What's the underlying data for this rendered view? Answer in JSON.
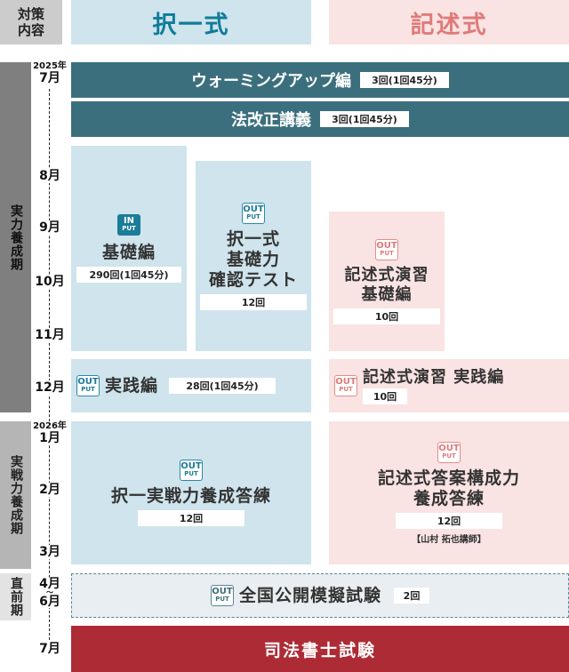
{
  "header": {
    "label": "対策\n内容",
    "label_line1": "対策",
    "label_line2": "内容",
    "col_takuitsu": "択一式",
    "col_kijutsu": "記述式"
  },
  "periods": [
    {
      "label": "実力養成期"
    },
    {
      "label": "実戦力養成期"
    },
    {
      "label": "直前期"
    }
  ],
  "timeline": {
    "year_2025": "2025年",
    "year_2026": "2026年",
    "months": [
      "7月",
      "8月",
      "9月",
      "10月",
      "11月",
      "12月",
      "1月",
      "2月",
      "3月",
      "4月",
      "〜",
      "6月",
      "7月"
    ]
  },
  "full_bars": [
    {
      "title": "ウォーミングアップ編",
      "count": "3回(1回45分)"
    },
    {
      "title": "法改正講義",
      "count": "3回(1回45分)"
    }
  ],
  "takuitsu": {
    "kiso": {
      "badge": "IN",
      "badge_sub": "PUT",
      "title": "基礎編",
      "count": "290回(1回45分)"
    },
    "kakunin": {
      "badge": "OUT",
      "badge_sub": "PUT",
      "title_lines": [
        "択一式",
        "基礎力",
        "確認テスト"
      ],
      "count": "12回"
    },
    "jissen": {
      "badge": "OUT",
      "badge_sub": "PUT",
      "title": "実践編",
      "count": "28回(1回45分)"
    },
    "jissenryoku": {
      "badge": "OUT",
      "badge_sub": "PUT",
      "title": "択一実戦力養成答練",
      "count": "12回"
    }
  },
  "kijutsu": {
    "kiso": {
      "badge": "OUT",
      "badge_sub": "PUT",
      "title_lines": [
        "記述式演習",
        "基礎編"
      ],
      "count": "10回"
    },
    "jissen": {
      "badge": "OUT",
      "badge_sub": "PUT",
      "title": "記述式演習 実践編",
      "count": "10回"
    },
    "toan": {
      "badge": "OUT",
      "badge_sub": "PUT",
      "title_lines": [
        "記述式答案構成力",
        "養成答練"
      ],
      "count": "12回",
      "instructor": "【山村 拓也講師】"
    }
  },
  "mock_exam": {
    "badge": "OUT",
    "badge_sub": "PUT",
    "title": "全国公開模擬試験",
    "count": "2回"
  },
  "final_exam": {
    "title": "司法書士試験"
  },
  "colors": {
    "takuitsu_accent": "#0f7c99",
    "kijutsu_accent": "#e07a7a",
    "dark_bar": "#3b6f7d",
    "exam_red": "#ad2b35",
    "blue_box": "#cfe4ec",
    "pink_box": "#fae3e3"
  }
}
